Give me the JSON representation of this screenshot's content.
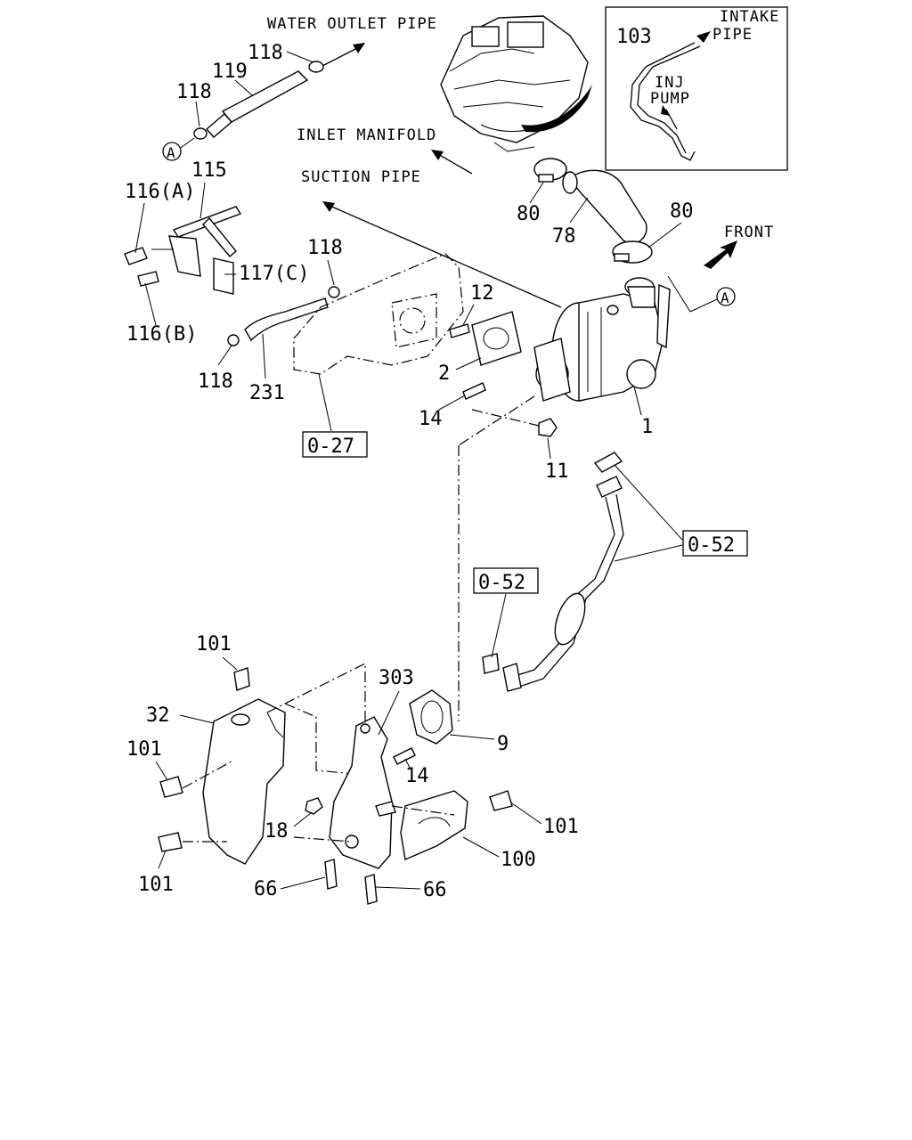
{
  "callouts": {
    "water_outlet_pipe": "WATER OUTLET PIPE",
    "inlet_manifold": "INLET MANIFOLD",
    "suction_pipe": "SUCTION PIPE",
    "front": "FRONT",
    "intake_pipe_line1": "INTAKE",
    "intake_pipe_line2": "PIPE",
    "inj_pump_line1": "INJ",
    "inj_pump_line2": "PUMP"
  },
  "marker_a": "A",
  "refs": {
    "ref_027": "0-27",
    "ref_052_right": "0-52",
    "ref_052_left": "0-52"
  },
  "parts": {
    "p118_top": "118",
    "p119": "119",
    "p118_left": "118",
    "p115": "115",
    "p116a": "116(A)",
    "p116b": "116(B)",
    "p117c": "117(C)",
    "p118_mid": "118",
    "p118_low": "118",
    "p231": "231",
    "p12": "12",
    "p2": "2",
    "p14_top": "14",
    "p11": "11",
    "p1": "1",
    "p80_left": "80",
    "p78": "78",
    "p80_right": "80",
    "p103": "103",
    "p101_top": "101",
    "p32": "32",
    "p101_left": "101",
    "p101_bottom": "101",
    "p303": "303",
    "p9": "9",
    "p14_low": "14",
    "p18": "18",
    "p101_right": "101",
    "p100": "100",
    "p66_left": "66",
    "p66_right": "66"
  }
}
